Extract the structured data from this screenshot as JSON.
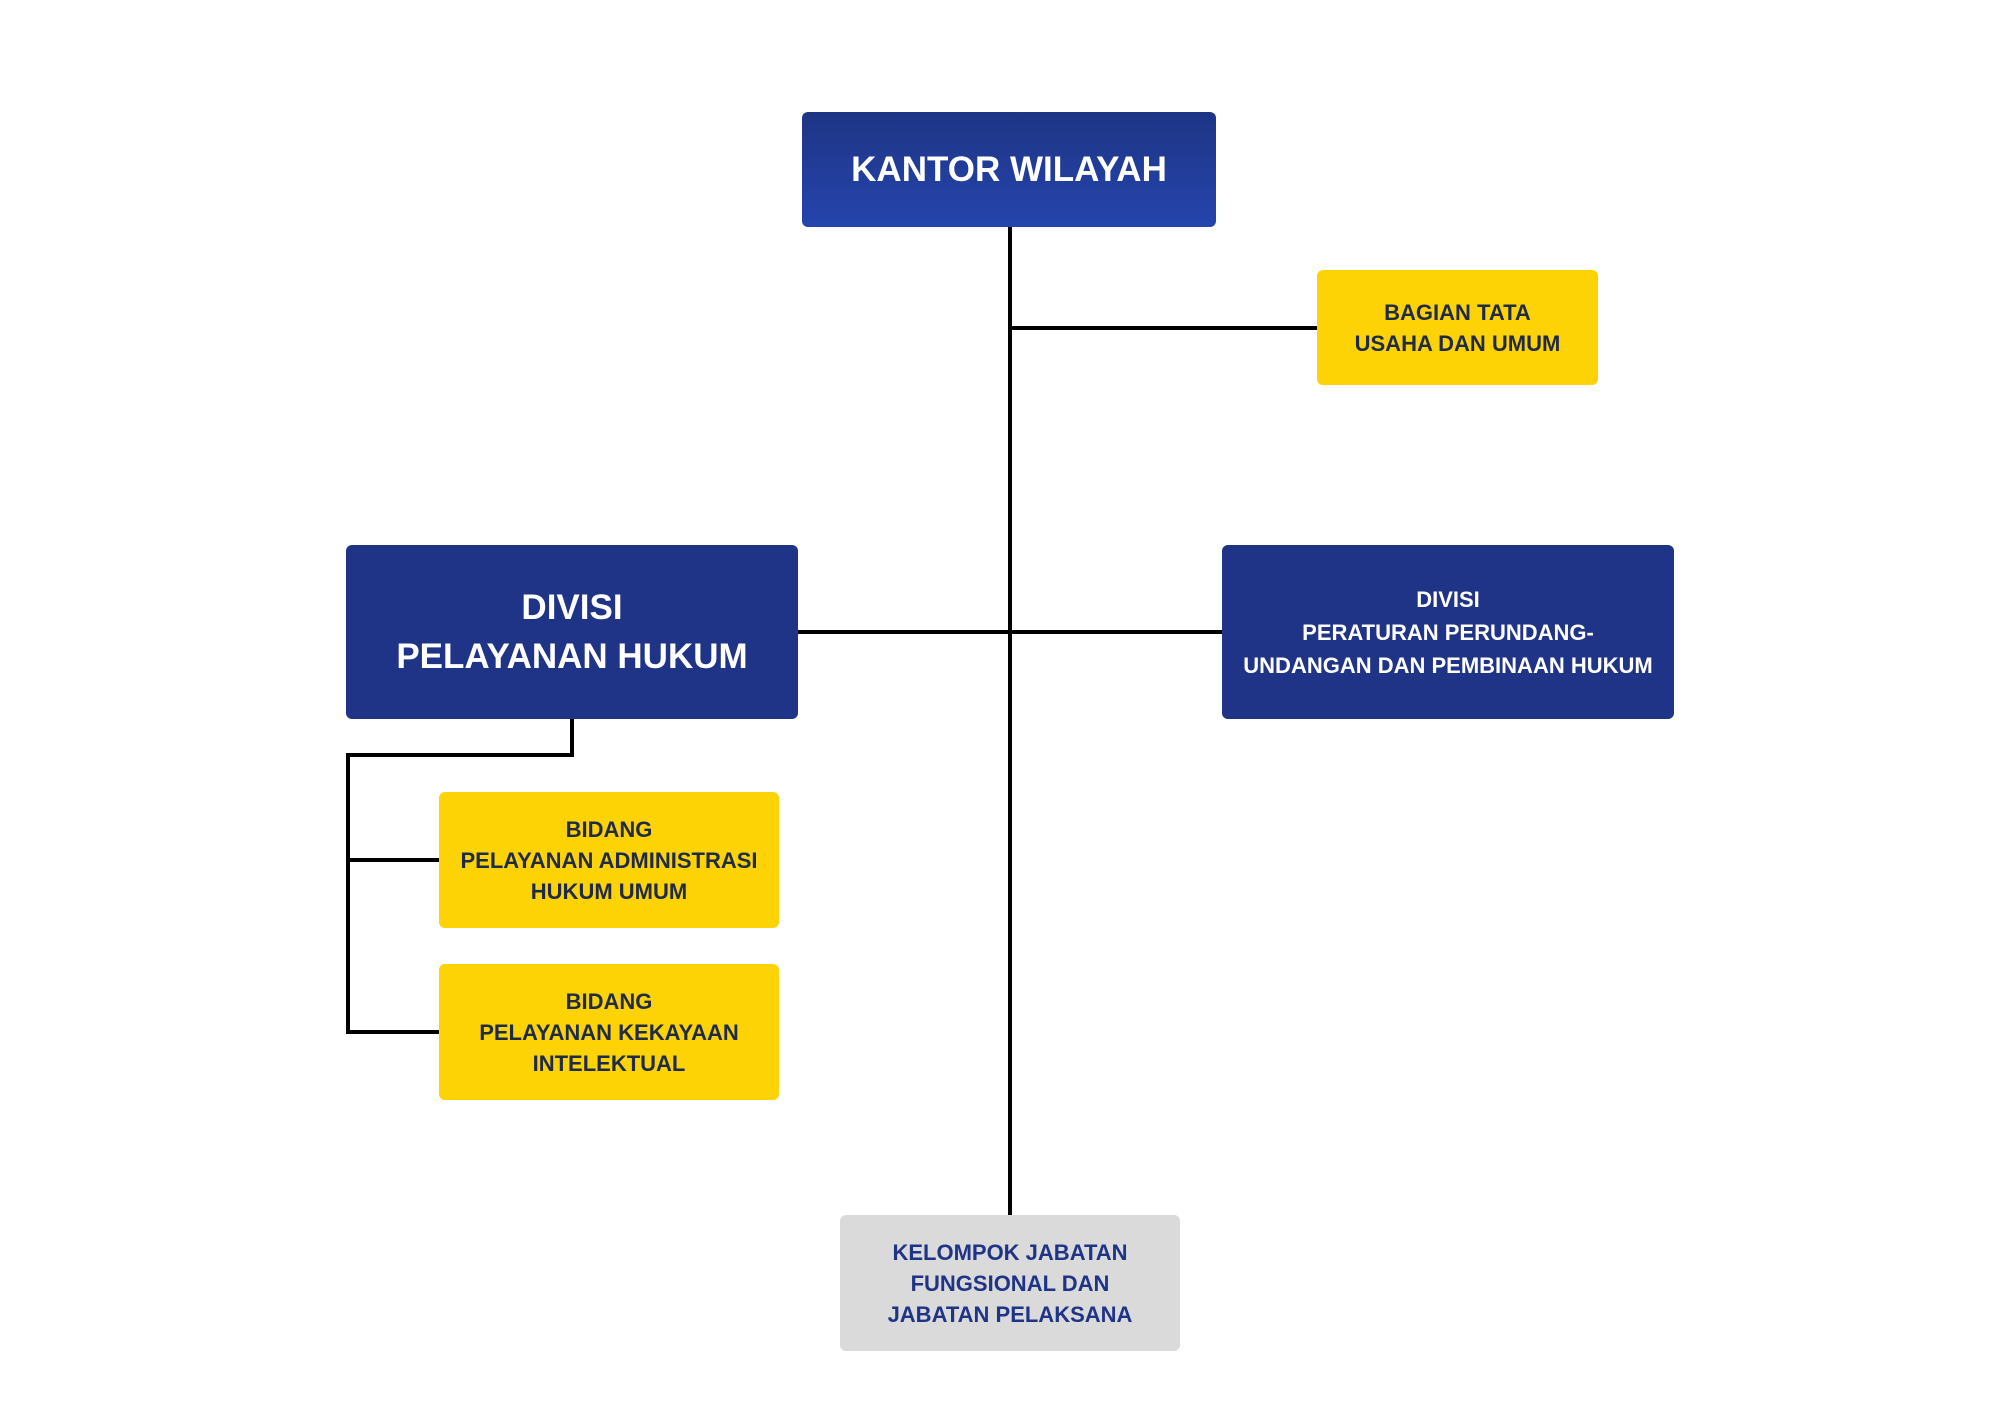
{
  "nodes": {
    "kantor_wilayah": "KANTOR WILAYAH",
    "bagian_tata_usaha": "BAGIAN TATA\nUSAHA DAN UMUM",
    "divisi_pelayanan_hukum": "DIVISI\nPELAYANAN HUKUM",
    "divisi_peraturan": "DIVISI\nPERATURAN PERUNDANG-\nUNDANGAN DAN PEMBINAAN HUKUM",
    "bidang_administrasi": "BIDANG\nPELAYANAN ADMINISTRASI\nHUKUM UMUM",
    "bidang_kekayaan_intelektual": "BIDANG\nPELAYANAN KEKAYAAN\nINTELEKTUAL",
    "kelompok_jabatan": "KELOMPOK JABATAN\nFUNGSIONAL DAN\nJABATAN PELAKSANA"
  },
  "colors": {
    "dark_blue": "#1f3486",
    "yellow": "#fdd305",
    "grey": "#dadada",
    "connector": "#000000"
  }
}
